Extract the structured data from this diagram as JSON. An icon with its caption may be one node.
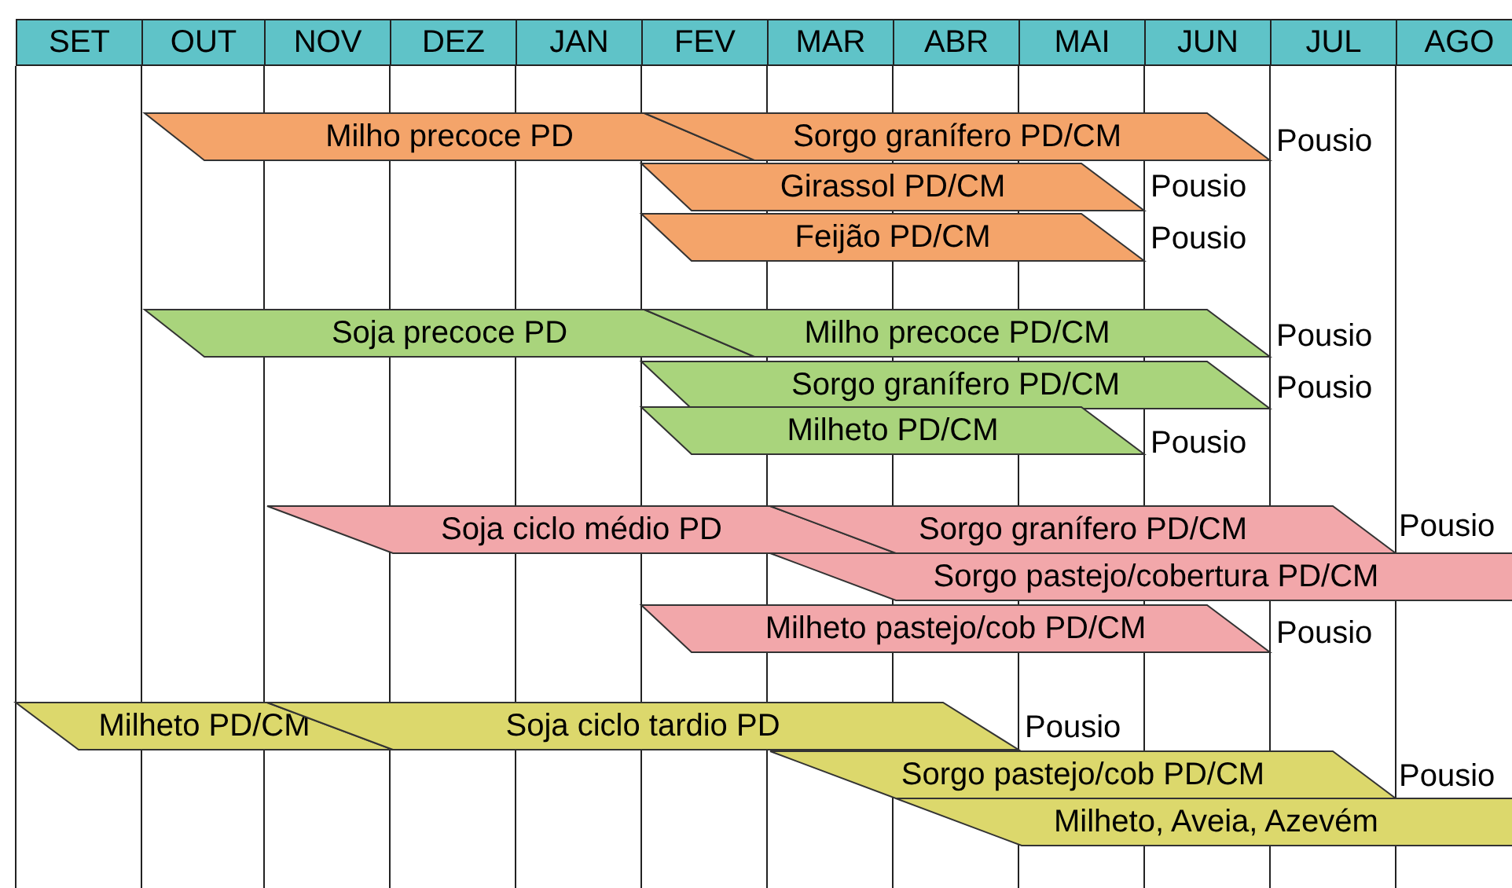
{
  "diagram": {
    "nodes": [
      {
        "text": [
          "Milho precoce PD"
        ]
      },
      {
        "text": [
          "Sorgo granífero PD/CM"
        ],
        "beside": [
          "Pousio"
        ]
      },
      {
        "text": [
          "Girassol PD/CM"
        ],
        "beside": [
          "Pousio"
        ]
      },
      {
        "text": [
          "Feijão PD/CM"
        ],
        "beside": [
          "Pousio"
        ]
      },
      {
        "text": [
          "Soja precoce PD"
        ]
      },
      {
        "text": [
          "Milho precoce PD/CM"
        ],
        "beside": [
          "Pousio"
        ]
      },
      {
        "text": [
          "Sorgo granífero PD/CM"
        ],
        "beside": [
          "Pousio"
        ]
      },
      {
        "text": [
          "Milheto PD/CM"
        ],
        "beside": [
          "Pousio"
        ]
      },
      {
        "text": [
          "Soja ciclo médio PD"
        ]
      },
      {
        "text": [
          "Sorgo granífero PD/CM"
        ],
        "beside": [
          "Pousio"
        ]
      },
      {
        "text": [
          "Sorgo pastejo/cobertura PD/CM"
        ]
      },
      {
        "text": [
          "Milheto pastejo/cob PD/CM"
        ],
        "beside": [
          "Pousio"
        ]
      },
      {
        "text": [
          "Milheto PD/CM"
        ]
      },
      {
        "text": [
          "Soja ciclo tardio PD"
        ],
        "beside": [
          "Pousio"
        ]
      },
      {
        "text": [
          "Sorgo pastejo/cob PD/CM"
        ],
        "beside": [
          "Pousio"
        ]
      },
      {
        "text": [
          "Milheto, Aveia, Azevém"
        ]
      }
    ],
    "labels": [
      "SET",
      "OUT",
      "NOV",
      "DEZ",
      "JAN",
      "FEV",
      "MAR",
      "ABR",
      "MAI",
      "JUN",
      "JUL",
      "AGO"
    ]
  }
}
